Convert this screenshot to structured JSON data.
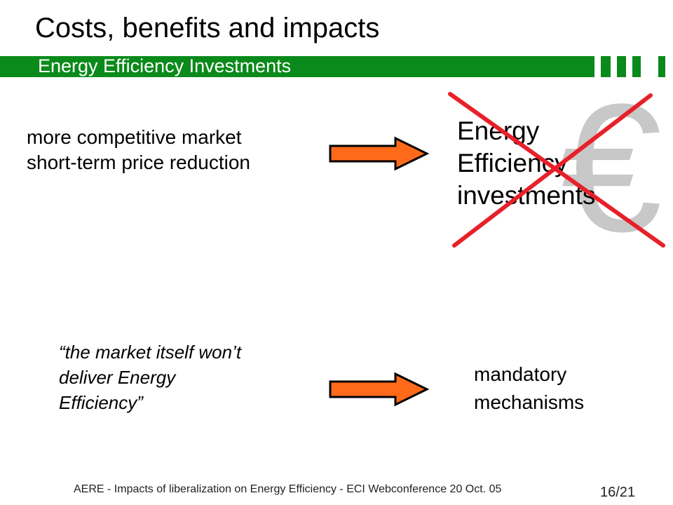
{
  "header": {
    "title": "Costs, benefits and impacts",
    "subtitle": "Energy Efficiency Investments"
  },
  "row1": {
    "left_lines": [
      "more competitive market",
      "short-term price reduction"
    ],
    "right_lines": [
      "Energy",
      "Efficiency",
      "investments"
    ],
    "euro_symbol": "€",
    "crossed_out": true
  },
  "row2": {
    "left_lines": [
      "“the market itself won’t",
      "deliver Energy",
      "Efficiency”"
    ],
    "right_lines": [
      "mandatory",
      "mechanisms"
    ]
  },
  "footer": {
    "text": "AERE - Impacts of liberalization on Energy Efficiency - ECI Webconference 20 Oct. 05",
    "page": "16/21"
  },
  "colors": {
    "bar_green": "#0a8a1a",
    "arrow_orange": "#ff6a1a",
    "cross_red": "#e8202a",
    "euro_gray": "#c8c8c8"
  }
}
